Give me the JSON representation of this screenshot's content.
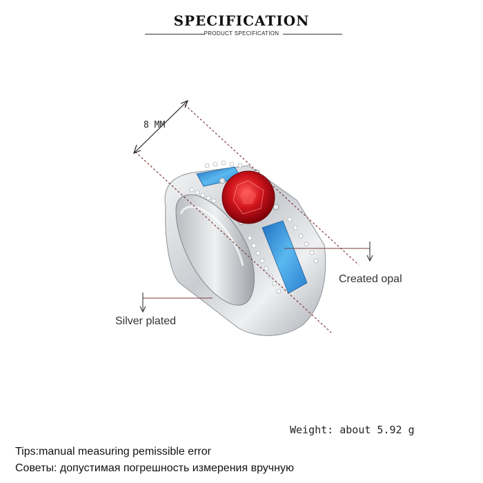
{
  "header": {
    "title": "SPECIFICATION",
    "subtitle": "PRODUCT SPECIFICATION"
  },
  "annotations": {
    "dimension": "8 MM",
    "created_opal": "Created opal",
    "silver_plated": "Silver plated"
  },
  "specs": {
    "weight": "Weight: about  5.92 g"
  },
  "tips": {
    "english": "Tips:manual measuring pemissible error",
    "russian": "Советы: допустимая погрешность измерения вручную"
  },
  "colors": {
    "leader_line": "#7a3a3a",
    "gem": "#c8141e",
    "opal": "#3a98dc",
    "silver": "#d8dadc"
  }
}
